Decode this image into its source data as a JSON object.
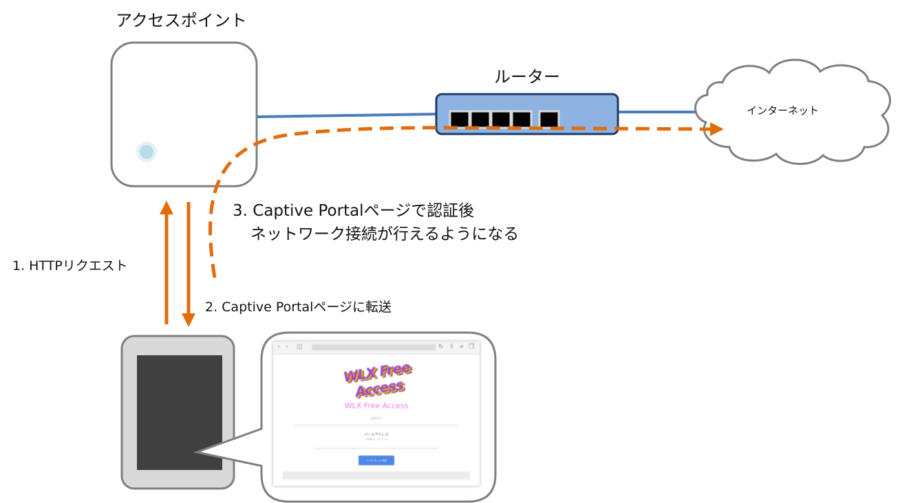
{
  "access_point": {
    "title": "アクセスポイント"
  },
  "router": {
    "title": "ルーター"
  },
  "internet": {
    "label": "インターネット"
  },
  "steps": {
    "step1": "1. HTTPリクエスト",
    "step2": "2. Captive Portalページに転送",
    "step3_line1": "3. Captive Portalページで認証後",
    "step3_line2": "ネットワーク接続が行えるようになる"
  },
  "portal": {
    "logo": "WLX Free Access",
    "title": "WLX Free Access",
    "login_link": "ログイン",
    "email_label": "メールアドレス",
    "email_note": "ご利用のメールアドレス",
    "submit_button": "インターネットに接続"
  },
  "colors": {
    "router_fill": "#8db3e2",
    "router_border": "#1f3864",
    "link_line": "#4a7ebb",
    "flow_arrow": "#e36c0a",
    "device_border": "#7f7f7f",
    "tablet_screen": "#404040",
    "led": "#b7dde8"
  }
}
